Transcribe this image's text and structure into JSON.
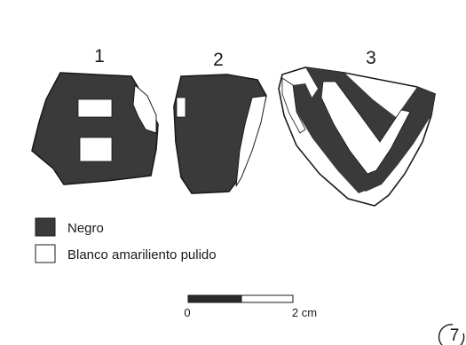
{
  "sherds": [
    {
      "number": "1"
    },
    {
      "number": "2"
    },
    {
      "number": "3"
    }
  ],
  "legend": {
    "items": [
      {
        "label": "Negro",
        "color": "#3a3a3a"
      },
      {
        "label": "Blanco amariliento pulido",
        "color": "#ffffff"
      }
    ]
  },
  "scale": {
    "start_label": "0",
    "end_label": "2 cm"
  },
  "plate_number": "7"
}
